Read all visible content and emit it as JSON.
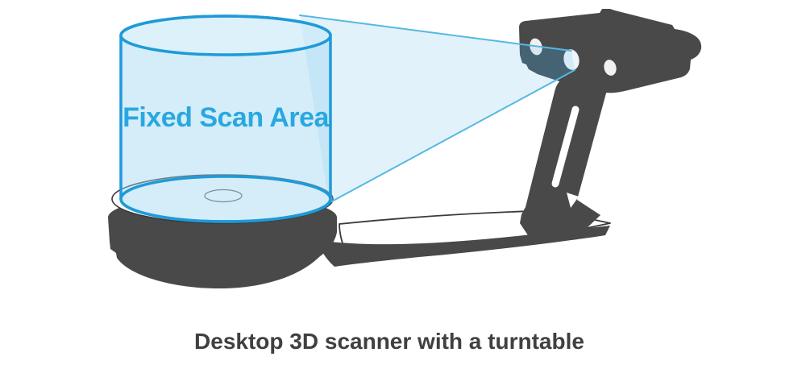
{
  "labels": {
    "scan_area": "Fixed Scan Area",
    "caption": "Desktop 3D scanner with a turntable"
  },
  "diagram": {
    "type": "illustration",
    "subject": "desktop 3D scanner with turntable",
    "parts": [
      "fixed-scan-area-cylinder",
      "turntable-platter",
      "turntable-base",
      "support-arm",
      "scanner-stand",
      "scanner-head",
      "projector-beam"
    ]
  },
  "colors": {
    "accent-blue": "#29a8e0",
    "cyl-stroke": "#1f9ad8",
    "beam-stroke": "#55b8e3",
    "device-gray": "#494949",
    "outline-gray": "#3a3a3a",
    "caption-gray": "#404040"
  }
}
